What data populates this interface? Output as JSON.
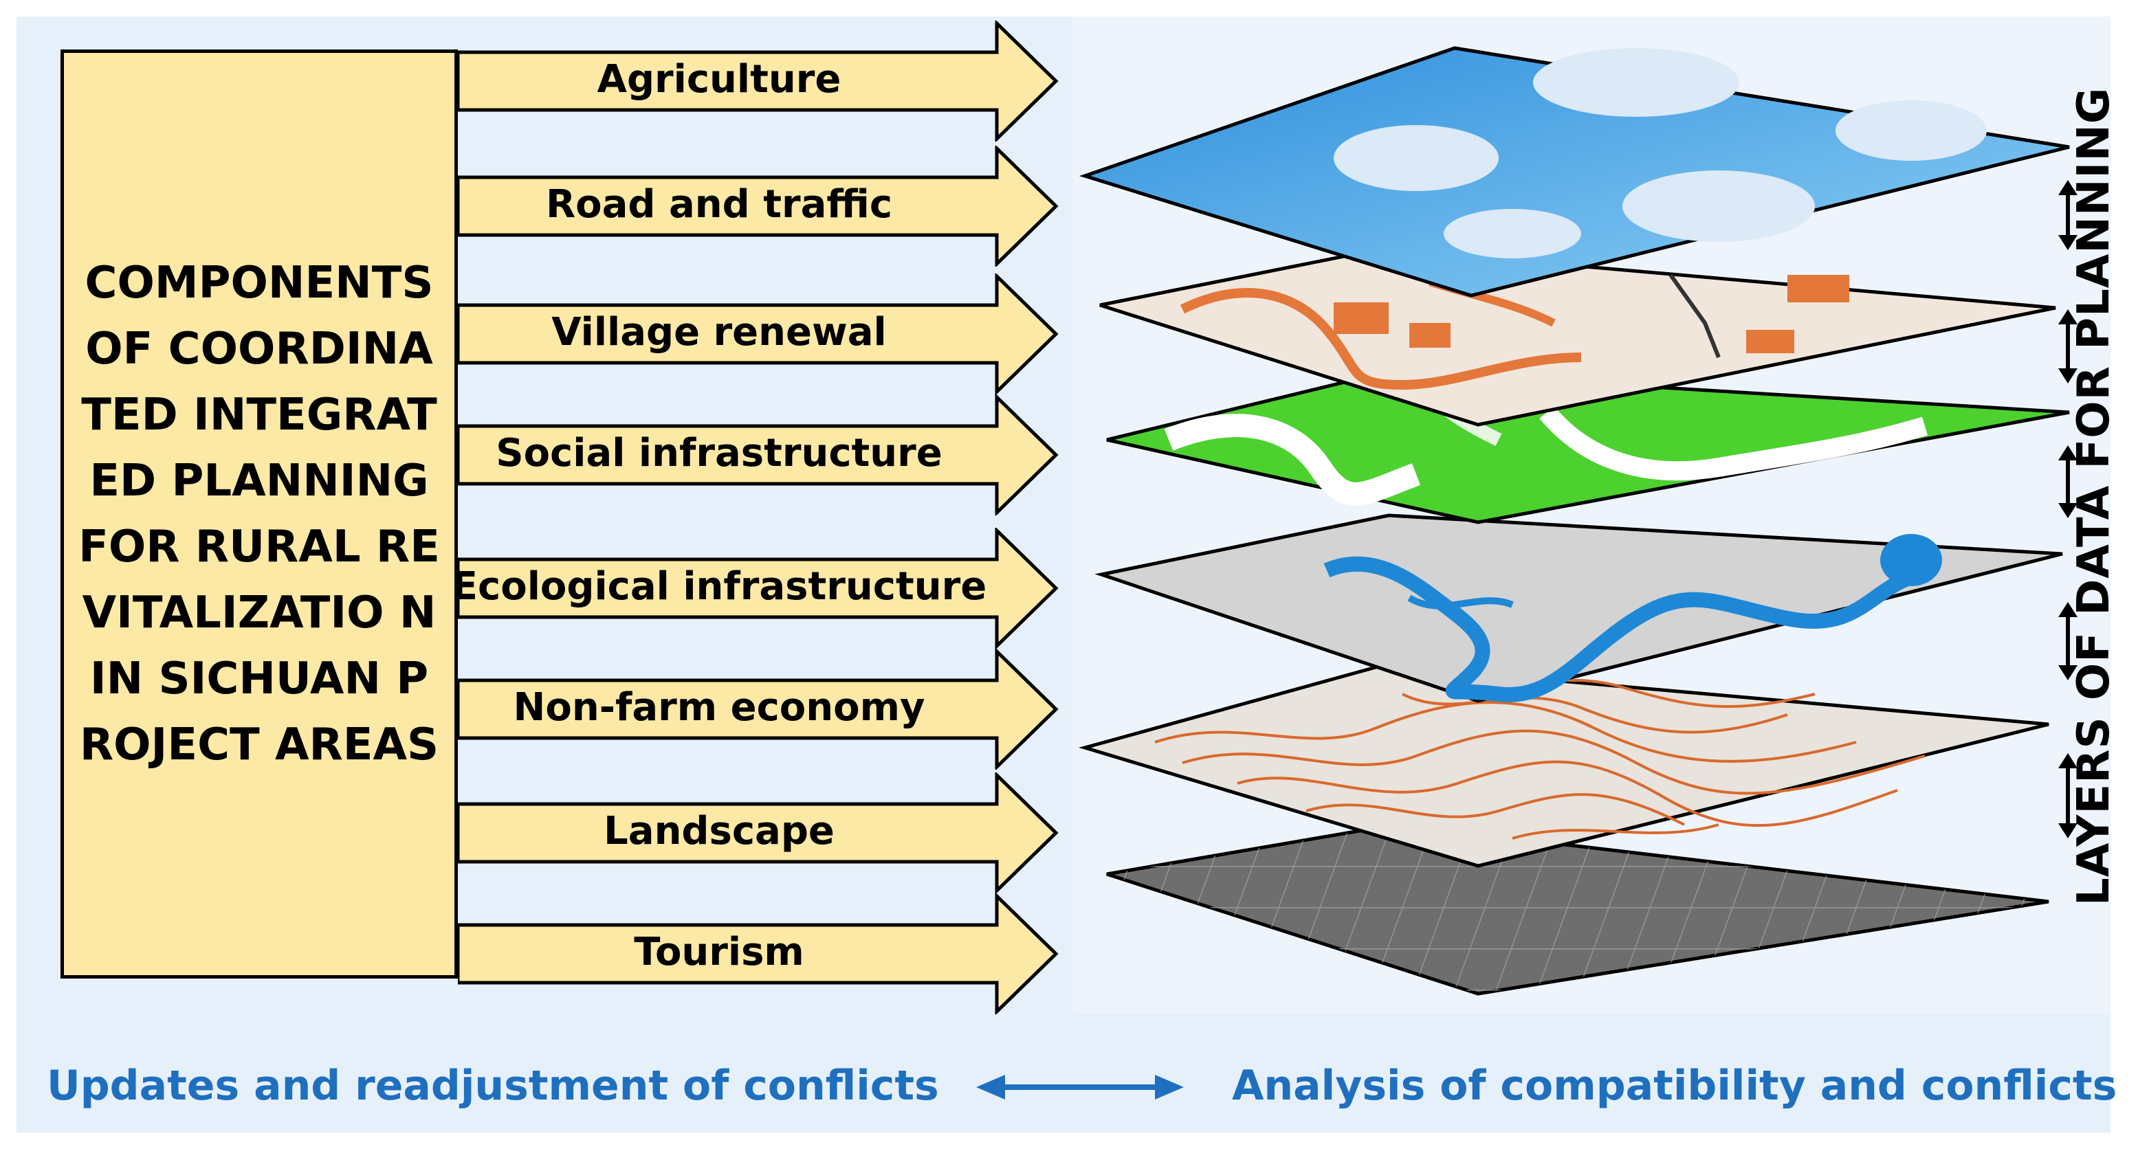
{
  "components_box": {
    "title": "COMPONENTS OF COORDINATED INTEGRATED PLANNING FOR RURAL REVITALIZATIO N IN SICHUAN PROJECT AREAS"
  },
  "components": [
    {
      "label": "Agriculture"
    },
    {
      "label": "Road and traffic"
    },
    {
      "label": "Village renewal"
    },
    {
      "label": "Social infrastructure"
    },
    {
      "label": "Ecological infrastructure"
    },
    {
      "label": "Non-farm economy"
    },
    {
      "label": "Landscape"
    },
    {
      "label": "Tourism"
    }
  ],
  "layers_title": "LAYERS OF DATA FOR PLANNING",
  "footer": {
    "left": "Updates and readjustment of conflicts",
    "right": "Analysis of compatibility and conflicts"
  },
  "colors": {
    "box_fill": "#fde9a6",
    "footer_text": "#1f6fbf",
    "sky_layer": "#4aa7e6",
    "green_layer": "#4cd12f",
    "grey_layer": "#bfbfbf",
    "base_layer": "#6b6b6b"
  }
}
